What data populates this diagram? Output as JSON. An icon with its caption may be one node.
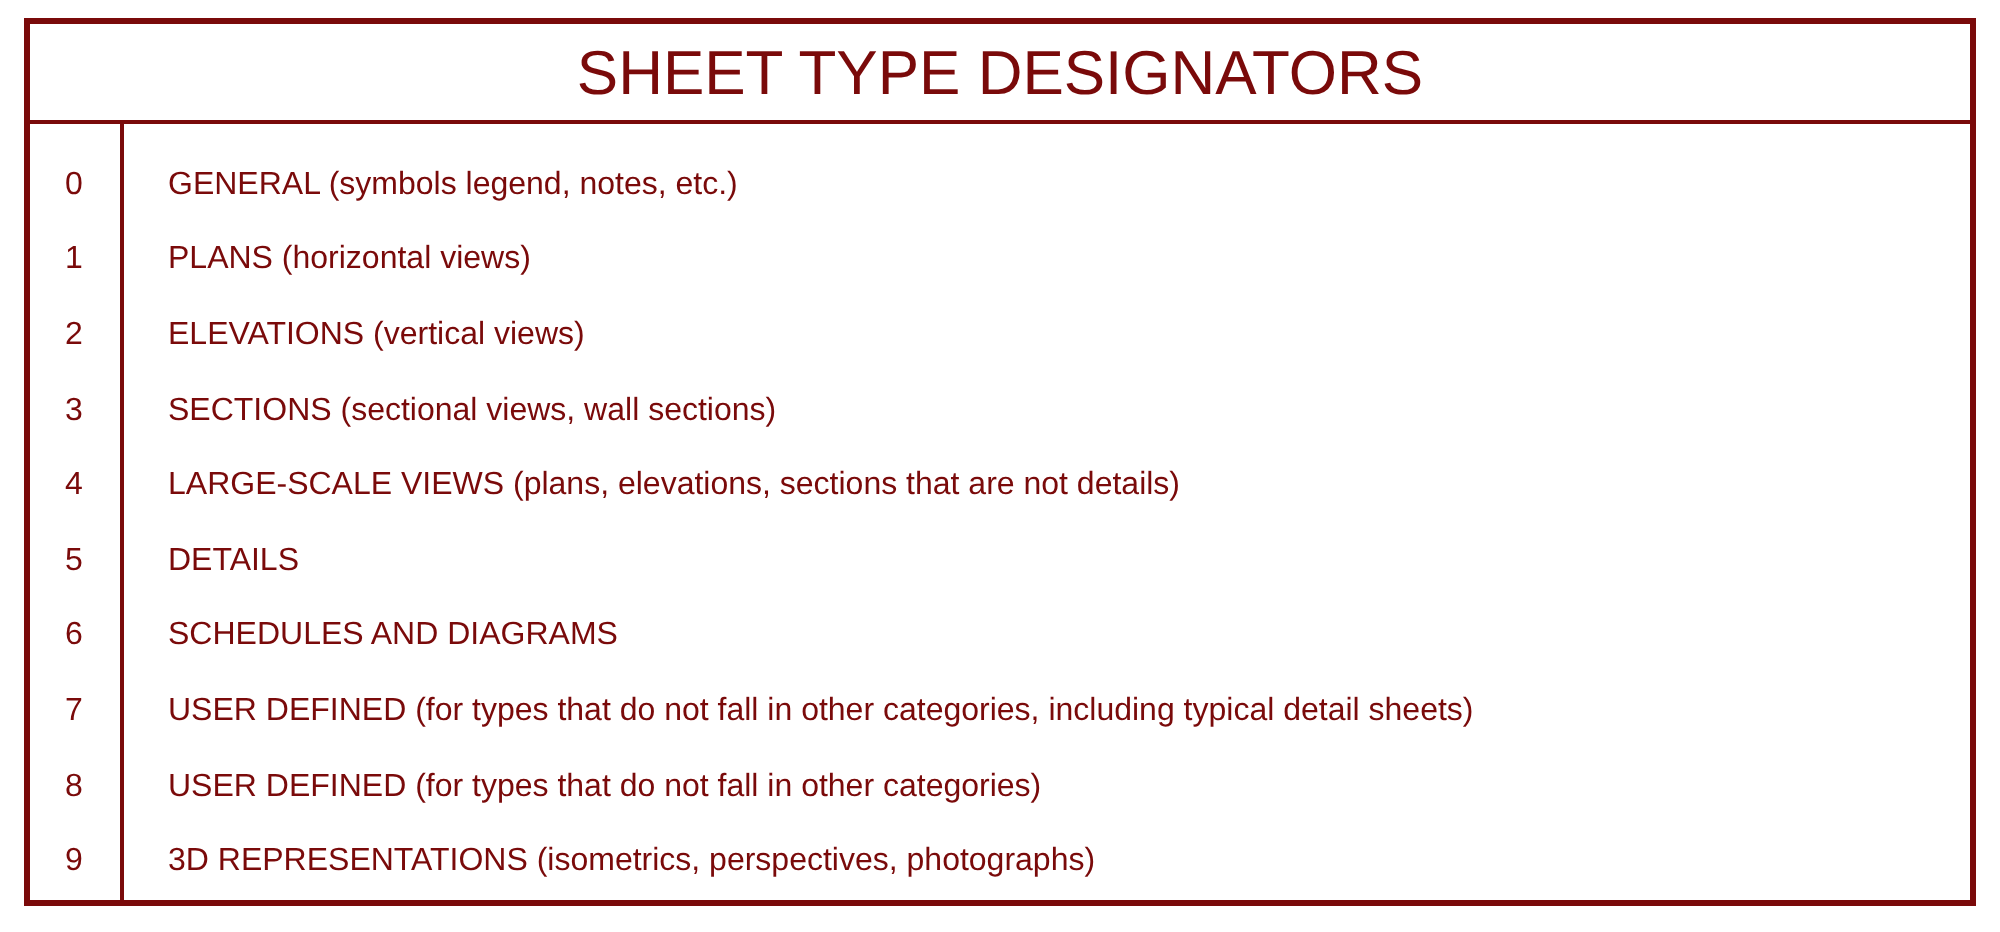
{
  "diagram": {
    "title": "SHEET TYPE DESIGNATORS",
    "labels": [
      "0",
      "GENERAL (symbols legend, notes, etc.)",
      "1",
      "PLANS (horizontal views)",
      "2",
      "ELEVATIONS (vertical views)",
      "3",
      "SECTIONS (sectional views, wall sections)",
      "4",
      "LARGE-SCALE VIEWS (plans, elevations, sections that are not details)",
      "5",
      "DETAILS",
      "6",
      "SCHEDULES AND DIAGRAMS",
      "7",
      "USER DEFINED (for types that do not fall in other categories, including typical detail sheets)",
      "8",
      "USER DEFINED (for types that do not fall in other categories)",
      "9",
      "3D REPRESENTATIONS (isometrics, perspectives, photographs)"
    ]
  }
}
